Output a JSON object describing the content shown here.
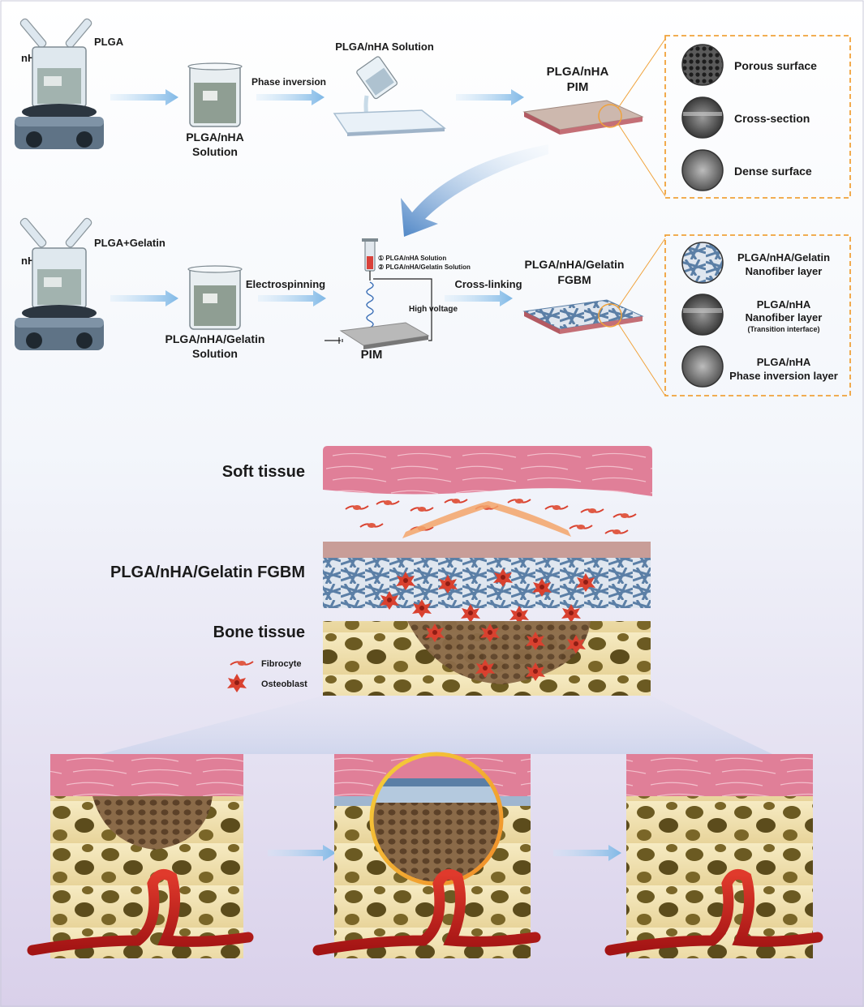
{
  "row1": {
    "tube_left": "nHA",
    "tube_right": "PLGA",
    "beaker_label_line1": "PLGA/nHA",
    "beaker_label_line2": "Solution",
    "step_phase_inversion": "Phase inversion",
    "pour_label": "PLGA/nHA Solution",
    "pim_line1": "PLGA/nHA",
    "pim_line2": "PIM",
    "sem": [
      "Porous surface",
      "Cross-section",
      "Dense surface"
    ]
  },
  "row2": {
    "tube_left": "nHA",
    "tube_right": "PLGA+Gelatin",
    "beaker_label_line1": "PLGA/nHA/Gelatin",
    "beaker_label_line2": "Solution",
    "step_electrospinning": "Electrospinning",
    "syringe_note1": "① PLGA/nHA Solution",
    "syringe_note2": "② PLGA/nHA/Gelatin Solution",
    "high_voltage": "High voltage",
    "collector": "PIM",
    "step_crosslinking": "Cross-linking",
    "fgbm_line1": "PLGA/nHA/Gelatin",
    "fgbm_line2": "FGBM",
    "sem": [
      {
        "line1": "PLGA/nHA/Gelatin",
        "line2": "Nanofiber layer",
        "line3": ""
      },
      {
        "line1": "PLGA/nHA",
        "line2": "Nanofiber layer",
        "line3": "(Transition interface)"
      },
      {
        "line1": "PLGA/nHA",
        "line2": "Phase inversion layer",
        "line3": ""
      }
    ]
  },
  "middle": {
    "soft_tissue": "Soft tissue",
    "membrane": "PLGA/nHA/Gelatin FGBM",
    "bone_tissue": "Bone tissue",
    "legend_fibrocyte": "Fibrocyte",
    "legend_osteoblast": "Osteoblast"
  },
  "colors": {
    "arrow": "#8fc3ea",
    "soft_tissue": "#e07f98",
    "bone": "#f1e4b4",
    "fiber": "#5b7fa6",
    "cell": "#d9412f",
    "vessel": "#c81e1e",
    "dash": "#f0a23a"
  }
}
